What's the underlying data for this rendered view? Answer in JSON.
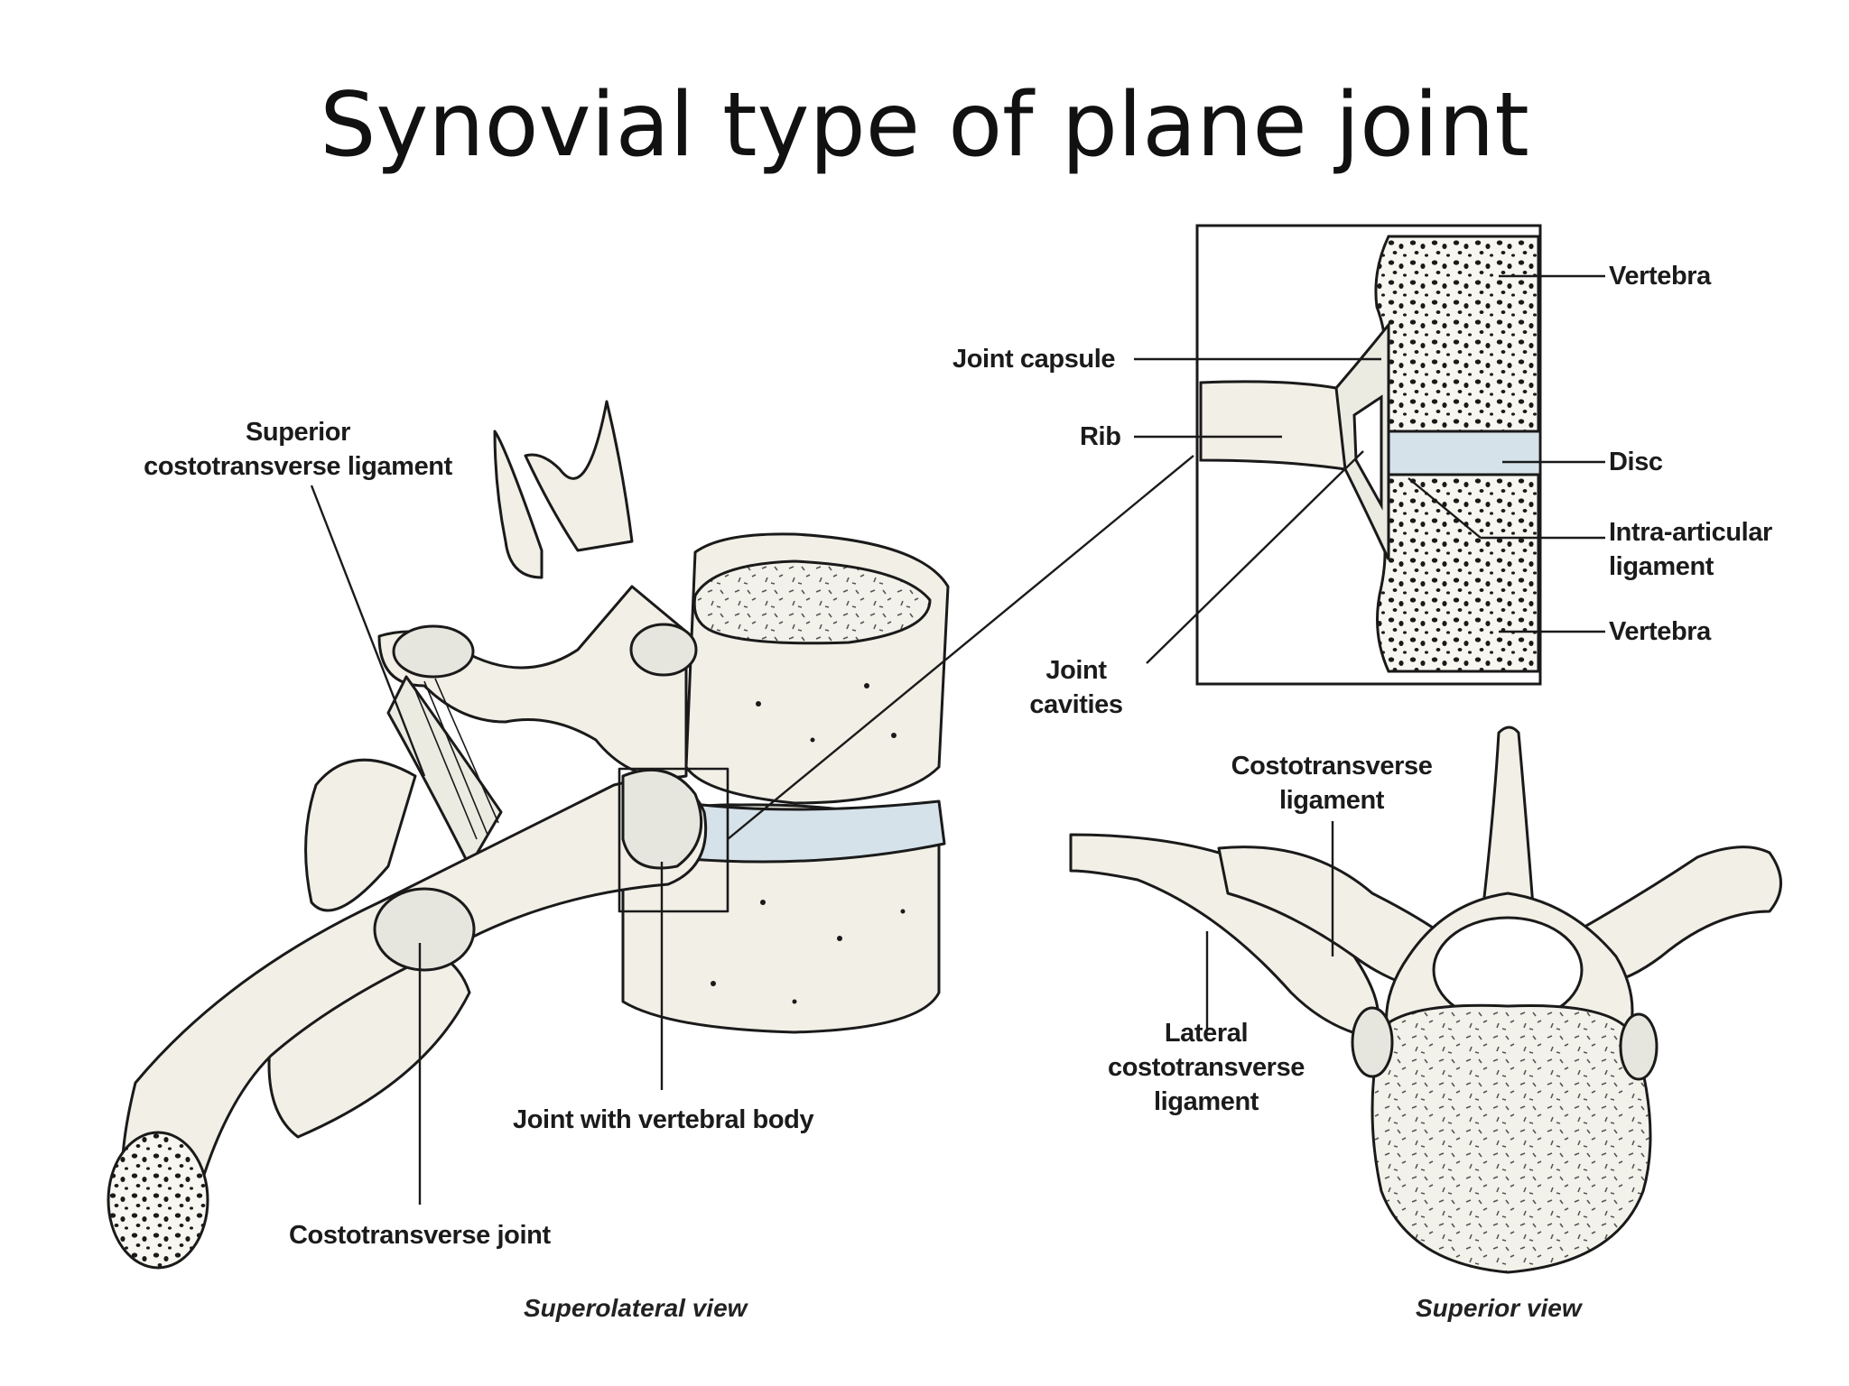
{
  "title": "Synovial type of plane joint",
  "views": {
    "superolateral": {
      "caption": "Superolateral view",
      "labels": {
        "superior_costotransverse_ligament": "Superior\ncostotransverse ligament",
        "joint_with_vertebral_body": "Joint with vertebral body",
        "costotransverse_joint": "Costotransverse joint"
      }
    },
    "inset": {
      "labels": {
        "vertebra_top": "Vertebra",
        "joint_capsule": "Joint capsule",
        "rib": "Rib",
        "disc": "Disc",
        "intra_articular_ligament": "Intra-articular\nligament",
        "vertebra_bottom": "Vertebra",
        "joint_cavities": "Joint\ncavities"
      }
    },
    "superior": {
      "caption": "Superior view",
      "labels": {
        "costotransverse_ligament": "Costotransverse\nligament",
        "lateral_costotransverse_ligament": "Lateral\ncostotransverse\nligament"
      }
    }
  },
  "colors": {
    "bone_fill": "#f1efe6",
    "line": "#1a1a1a",
    "disc_fill": "#d6e2ea",
    "text": "#1b1b1b"
  }
}
